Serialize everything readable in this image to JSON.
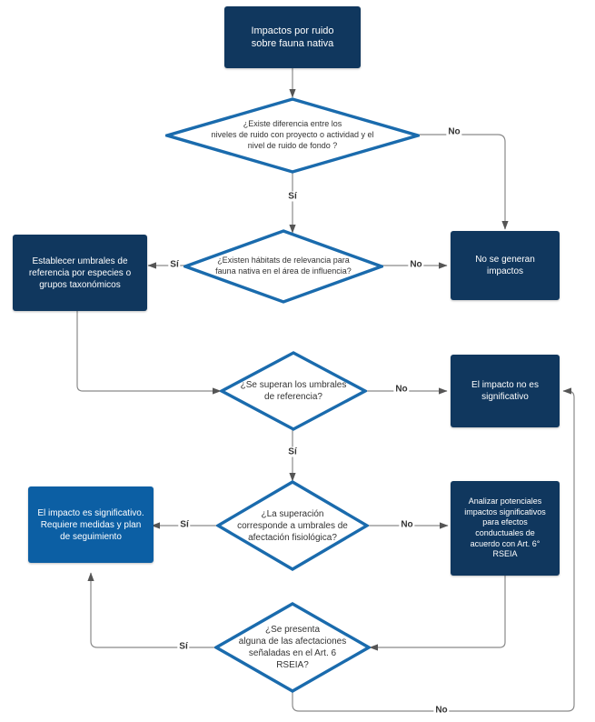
{
  "diagram": {
    "title": "Impactos por ruido sobre fauna nativa",
    "type": "flowchart",
    "colors": {
      "navy_fill": "#10375E",
      "blue_fill": "#0C5FA4",
      "diamond_stroke": "#1A6BAD",
      "edge_stroke": "#888888",
      "text_on_fill": "#FFFFFF",
      "text_on_white": "#333333",
      "background": "#FFFFFF"
    },
    "nodes": {
      "start": {
        "shape": "box",
        "style": "navy",
        "lines": [
          "Impactos por ruido",
          "sobre fauna nativa"
        ]
      },
      "d1": {
        "shape": "diamond",
        "lines": [
          "¿Existe diferencia entre los",
          "niveles de ruido con proyecto o actividad y el",
          "nivel de ruido de fondo ?"
        ]
      },
      "no_impacts": {
        "shape": "box",
        "style": "navy",
        "lines": [
          "No se generan",
          "impactos"
        ]
      },
      "d2": {
        "shape": "diamond",
        "lines": [
          "¿Existen hábitats de relevancia para",
          "fauna nativa en el área de influencia?"
        ]
      },
      "thresholds": {
        "shape": "box",
        "style": "navy",
        "lines": [
          "Establecer umbrales de",
          "referencia por especies o",
          "grupos taxonómicos"
        ]
      },
      "d3": {
        "shape": "diamond",
        "lines": [
          "¿Se superan los umbrales",
          "de referencia?"
        ]
      },
      "not_significant": {
        "shape": "box",
        "style": "navy",
        "lines": [
          "El impacto no es",
          "significativo"
        ]
      },
      "d4": {
        "shape": "diamond",
        "lines": [
          "¿La superación",
          "corresponde a umbrales de",
          "afectación fisiológica?"
        ]
      },
      "significant": {
        "shape": "box",
        "style": "blue",
        "lines": [
          "El impacto es significativo.",
          "Requiere medidas y plan",
          "de seguimiento"
        ]
      },
      "analyze": {
        "shape": "box",
        "style": "navy",
        "lines": [
          "Analizar potenciales",
          "impactos significativos",
          "para efectos",
          "conductuales de",
          "acuerdo con Art. 6°",
          "RSEIA"
        ]
      },
      "d5": {
        "shape": "diamond",
        "lines": [
          "¿Se presenta",
          "alguna de las afectaciones",
          "señaladas en el Art. 6",
          "RSEIA?"
        ]
      }
    },
    "edge_labels": {
      "d1_no": "No",
      "d1_si": "Sí",
      "d2_si": "Sí",
      "d2_no": "No",
      "d3_no": "No",
      "d3_si": "Sí",
      "d4_si": "Sí",
      "d4_no": "No",
      "d5_si": "Sí",
      "d5_no": "No"
    }
  }
}
